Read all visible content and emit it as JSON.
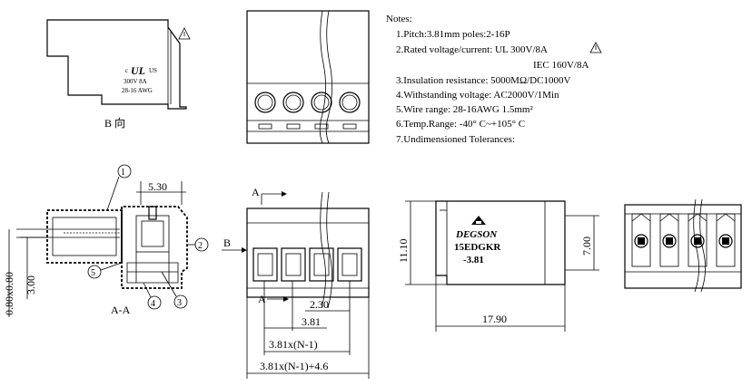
{
  "view_b_label": "B 向",
  "section_label": "A-A",
  "cert": {
    "c": "c",
    "ul_mark": "UL",
    "us": "US",
    "rating": "300V 8A",
    "awg": "28-16 AWG"
  },
  "notes": {
    "heading": "Notes:",
    "lines": [
      "1.Pitch:3.81mm    poles:2-16P",
      "2.Rated voltage/current:      UL 300V/8A",
      "IEC 160V/8A",
      "3.Insulation resistance:   5000MΩ/DC1000V",
      "4.Withstanding voltage:    AC2000V/1Min",
      "5.Wire range:              28-16AWG 1.5mm²",
      "6.Temp.Range:    -40° C~+105° C",
      "7.Undimensioned Tolerances:"
    ]
  },
  "callouts": [
    "1",
    "2",
    "3",
    "4",
    "5"
  ],
  "dimensions": {
    "d530": "5.30",
    "d300": "3.00",
    "d080": "0.80x0.80",
    "d230": "2.30",
    "d381": "3.81",
    "d381n": "3.81x(N-1)",
    "d381n46": "3.81x(N-1)+4.6",
    "d1110": "11.10",
    "d700": "7.00",
    "d1790": "17.90"
  },
  "view_markers": {
    "a": "A",
    "b": "B"
  },
  "brand": {
    "name": "DEGSON",
    "model": "15EDGKR",
    "pitch": "-3.81"
  }
}
